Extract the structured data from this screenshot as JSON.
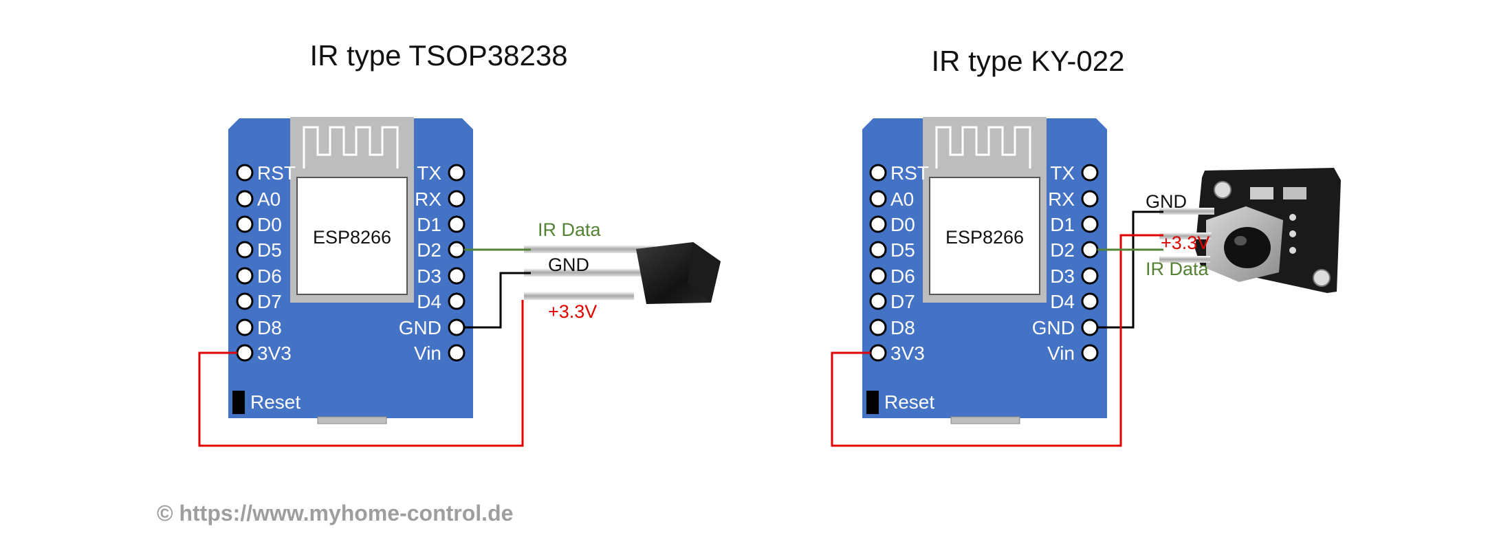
{
  "diagrams": [
    {
      "title": "IR type TSOP38238",
      "board": {
        "chip_label": "ESP8266",
        "left_pins": [
          "RST",
          "A0",
          "D0",
          "D5",
          "D6",
          "D7",
          "D8",
          "3V3"
        ],
        "right_pins": [
          "TX",
          "RX",
          "D1",
          "D2",
          "D3",
          "D4",
          "GND",
          "Vin"
        ],
        "reset_label": "Reset"
      },
      "wires": {
        "data_label": "IR Data",
        "gnd_label": "GND",
        "vcc_label": "+3.3V"
      }
    },
    {
      "title": "IR type KY-022",
      "board": {
        "chip_label": "ESP8266",
        "left_pins": [
          "RST",
          "A0",
          "D0",
          "D5",
          "D6",
          "D7",
          "D8",
          "3V3"
        ],
        "right_pins": [
          "TX",
          "RX",
          "D1",
          "D2",
          "D3",
          "D4",
          "GND",
          "Vin"
        ],
        "reset_label": "Reset"
      },
      "wires": {
        "gnd_label": "GND",
        "vcc_label": "+3.3V",
        "data_label": "IR Data"
      }
    }
  ],
  "copyright": "© https://www.myhome-control.de",
  "colors": {
    "board_blue": "#4472C4",
    "wire_red": "#E00000",
    "wire_green": "#548235",
    "wire_black": "#000000",
    "shield_grey": "#BDBDBD",
    "copyright_grey": "#9E9E9E"
  },
  "icons": {
    "tsop_sensor": "ir-receiver-icon",
    "ky022_module": "ir-module-icon"
  }
}
